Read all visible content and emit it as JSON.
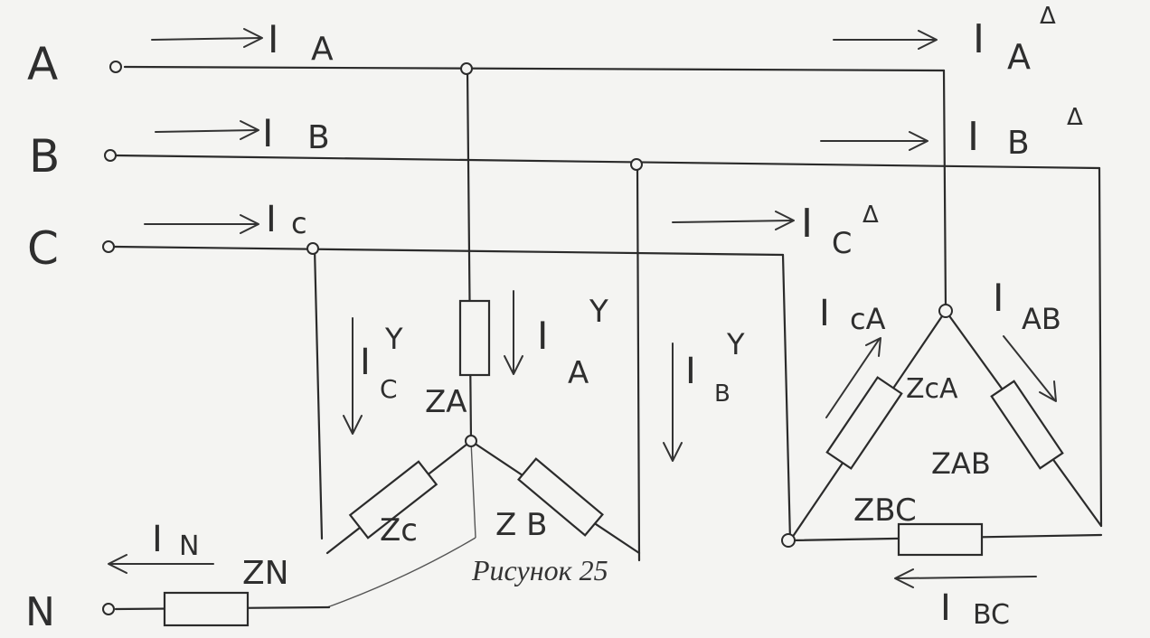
{
  "terminals": {
    "a": "A",
    "b": "B",
    "c": "C",
    "n": "N"
  },
  "line_currents": {
    "a": {
      "sym": "I",
      "sub": "A"
    },
    "b": {
      "sym": "I",
      "sub": "B"
    },
    "c": {
      "sym": "I",
      "sub": "c"
    },
    "n": {
      "sym": "I",
      "sub": "N"
    }
  },
  "delta_line_currents": {
    "a": {
      "sym": "I",
      "sub": "A",
      "sup": "Δ"
    },
    "b": {
      "sym": "I",
      "sub": "B",
      "sup": "Δ"
    },
    "c": {
      "sym": "I",
      "sub": "C",
      "sup": "Δ"
    }
  },
  "star_currents": {
    "a": {
      "sym": "I",
      "sub": "A",
      "sup": "Y"
    },
    "b": {
      "sym": "I",
      "sub": "B",
      "sup": "Y"
    },
    "c": {
      "sym": "I",
      "sub": "C",
      "sup": "Y"
    }
  },
  "phase_currents": {
    "ca": {
      "sym": "I",
      "sub": "cA"
    },
    "ab": {
      "sym": "I",
      "sub": "AB"
    },
    "bc": {
      "sym": "I",
      "sub": "BC"
    }
  },
  "impedances": {
    "za": "ZA",
    "zb": "Z B",
    "zc": "Zc",
    "zn": "ZN",
    "zca": "ZcA",
    "zab": "ZAB",
    "zbc": "ZBC"
  },
  "caption": "Рисунок 25"
}
